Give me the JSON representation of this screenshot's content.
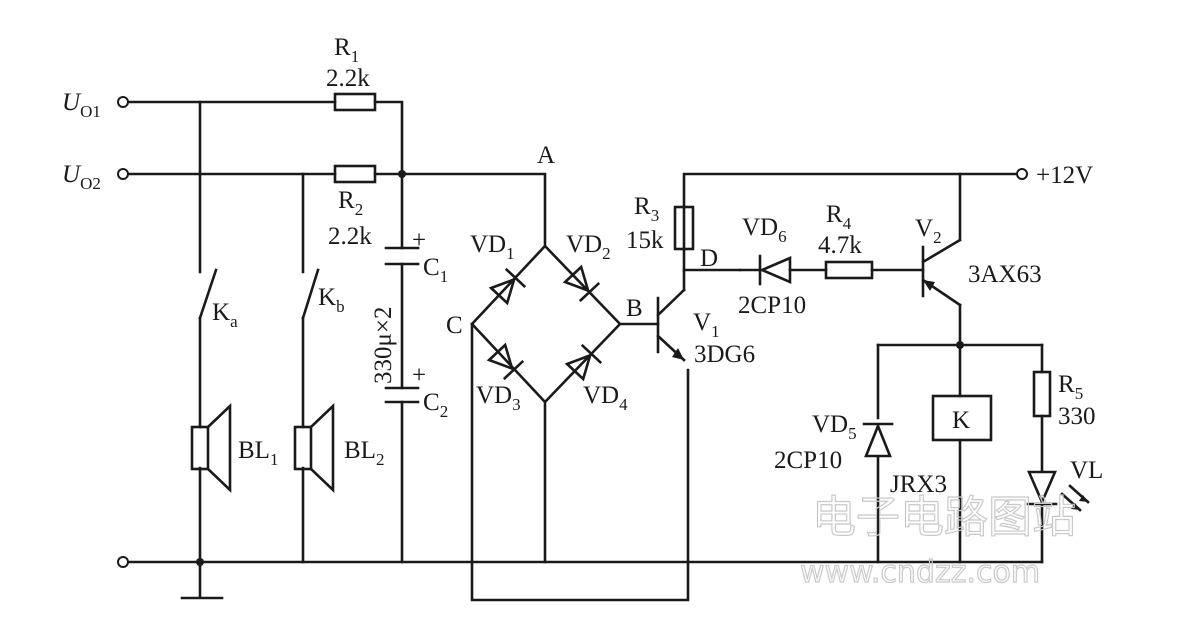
{
  "terminals": {
    "uo1": {
      "main": "U",
      "sub": "O1"
    },
    "uo2": {
      "main": "U",
      "sub": "O2"
    },
    "vcc": "+12V"
  },
  "nodes": {
    "a": "A",
    "b": "B",
    "c": "C",
    "d": "D"
  },
  "components": {
    "r1": {
      "main": "R",
      "sub": "1",
      "value": "2.2k"
    },
    "r2": {
      "main": "R",
      "sub": "2",
      "value": "2.2k"
    },
    "r3": {
      "main": "R",
      "sub": "3",
      "value": "15k"
    },
    "r4": {
      "main": "R",
      "sub": "4",
      "value": "4.7k"
    },
    "r5": {
      "main": "R",
      "sub": "5",
      "value": "330"
    },
    "c1": {
      "main": "C",
      "sub": "1"
    },
    "c2": {
      "main": "C",
      "sub": "2"
    },
    "cap_value": "330μ×2",
    "plus": "+",
    "ka": {
      "main": "K",
      "sub": "a"
    },
    "kb": {
      "main": "K",
      "sub": "b"
    },
    "bl1": {
      "main": "BL",
      "sub": "1"
    },
    "bl2": {
      "main": "BL",
      "sub": "2"
    },
    "vd1": {
      "main": "VD",
      "sub": "1"
    },
    "vd2": {
      "main": "VD",
      "sub": "2"
    },
    "vd3": {
      "main": "VD",
      "sub": "3"
    },
    "vd4": {
      "main": "VD",
      "sub": "4"
    },
    "vd5": {
      "main": "VD",
      "sub": "5",
      "part": "2CP10"
    },
    "vd6": {
      "main": "VD",
      "sub": "6",
      "part": "2CP10"
    },
    "v1": {
      "main": "V",
      "sub": "1",
      "part": "3DG6"
    },
    "v2": {
      "main": "V",
      "sub": "2",
      "part": "3AX63"
    },
    "relay": {
      "label": "K",
      "part": "JRX3"
    },
    "vl": "VL"
  },
  "watermark": {
    "line1": "电子电路图站",
    "line2": "www.cndzz.com"
  }
}
